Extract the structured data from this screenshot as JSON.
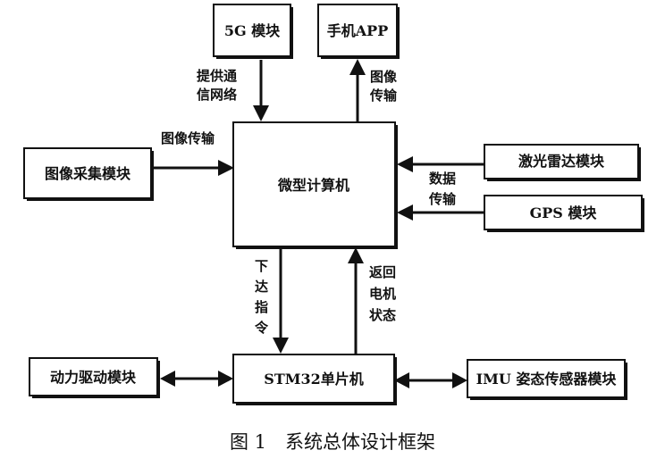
{
  "nodes": {
    "module_5g": "5G 模块",
    "phone_app": "手机APP",
    "image_capture": "图像采集模块",
    "microcomputer": "微型计算机",
    "lidar": "激光雷达模块",
    "gps": "GPS 模块",
    "power_drive": "动力驱动模块",
    "stm32": "STM32单片机",
    "imu": "IMU 姿态传感器模块"
  },
  "edges": {
    "network": [
      "提供通",
      "信网络"
    ],
    "image_to_app": [
      "图像",
      "传输"
    ],
    "image_capture_to_pc": "图像传输",
    "data_transfer": [
      "数据",
      "传输"
    ],
    "command": [
      "下",
      "达",
      "指",
      "令"
    ],
    "state_return": [
      "返回",
      "电机",
      "状态"
    ]
  },
  "caption": "图 1　系统总体设计框架"
}
